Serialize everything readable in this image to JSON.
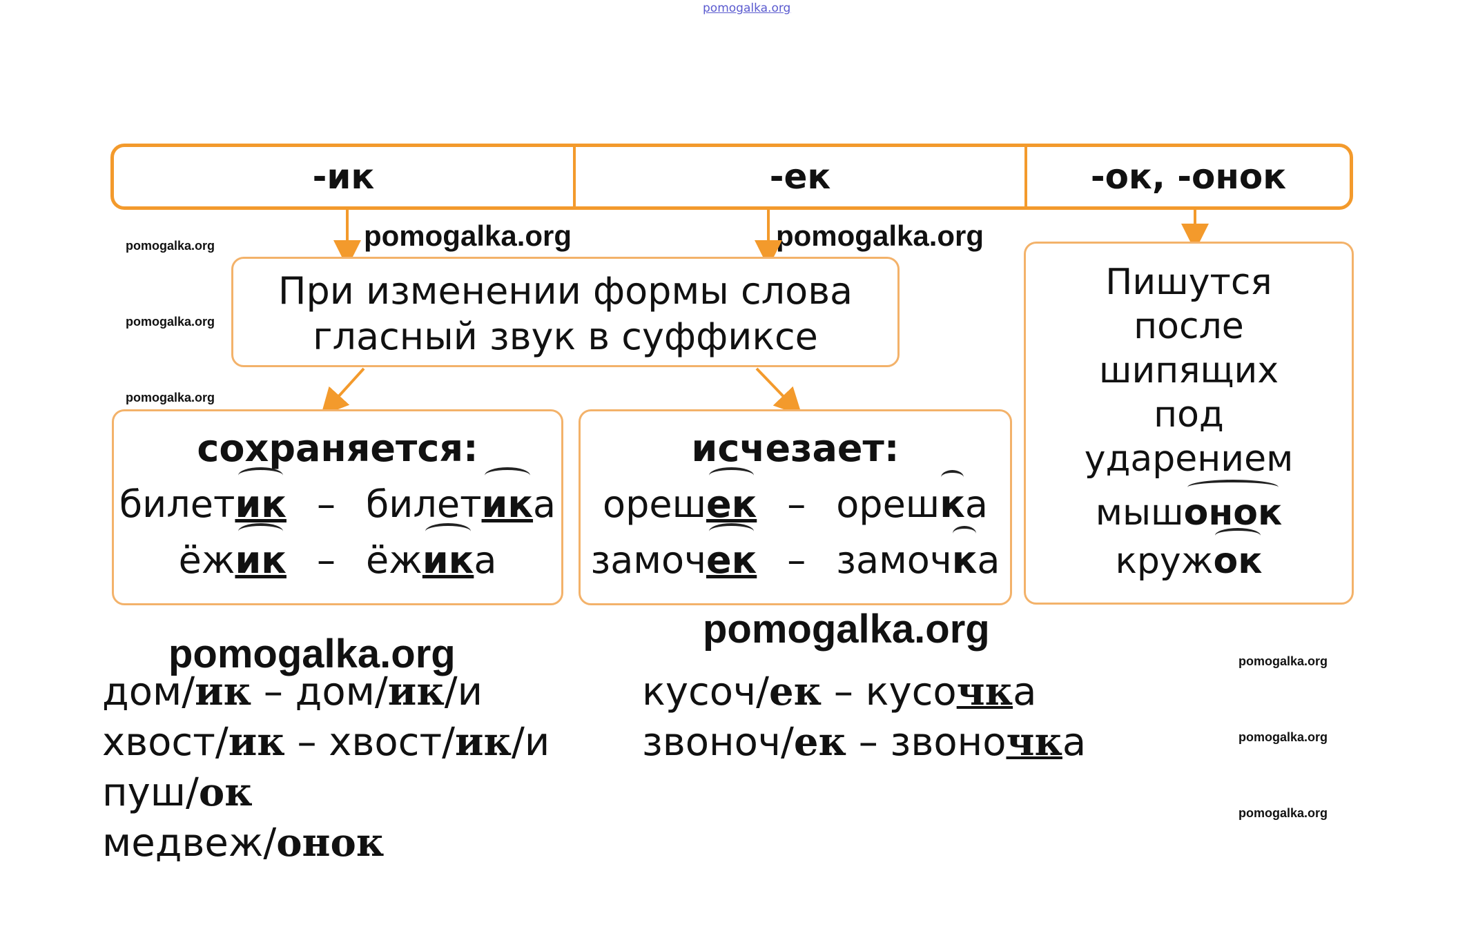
{
  "watermark": "pomogalka.org",
  "header": {
    "cells": [
      "-ик",
      "-ек",
      "-ок,  -онок"
    ]
  },
  "rule": {
    "line1": "При изменении формы слова",
    "line2": "гласный звук в суффиксе"
  },
  "keep": {
    "title": "сохраняется:",
    "rows": [
      {
        "w1_a": "билет",
        "w1_b": "ик",
        "w1_c": "",
        "w2_a": "билет",
        "w2_b": "ик",
        "w2_c": "а"
      },
      {
        "w1_a": "ёж",
        "w1_b": "ик",
        "w1_c": "",
        "w2_a": "ёж",
        "w2_b": "ик",
        "w2_c": "а"
      }
    ]
  },
  "drop": {
    "title": "исчезает:",
    "rows": [
      {
        "w1_a": "ореш",
        "w1_b": "ек",
        "w2_a": "ореш",
        "w2_b": "к",
        "w2_c": "а"
      },
      {
        "w1_a": "замоч",
        "w1_b": "ек",
        "w2_a": "замоч",
        "w2_b": "к",
        "w2_c": "а"
      }
    ]
  },
  "right": {
    "lines": [
      "Пишутся",
      "после",
      "шипящих",
      "под",
      "ударением"
    ],
    "ex1_a": "мыш",
    "ex1_b": "онок",
    "ex2_a": "круж",
    "ex2_b": "ок"
  },
  "dash": "–",
  "work_left": [
    {
      "a": "дом/",
      "b": "ик",
      "c": " – дом/",
      "d": "ик",
      "e": "/и"
    },
    {
      "a": "хвост/",
      "b": "ик",
      "c": " – хвост/",
      "d": "ик",
      "e": "/и"
    },
    {
      "a": "пуш/",
      "b": "ок",
      "c": "",
      "d": "",
      "e": ""
    },
    {
      "a": "медвеж/",
      "b": "онок",
      "c": "",
      "d": "",
      "e": ""
    }
  ],
  "work_right": [
    {
      "a": "кусоч/",
      "b": "ек",
      "c": " – кусо",
      "d": "чк",
      "e": "а"
    },
    {
      "a": "звоноч/",
      "b": "ек",
      "c": " – звоно",
      "d": "чк",
      "e": "а"
    }
  ]
}
